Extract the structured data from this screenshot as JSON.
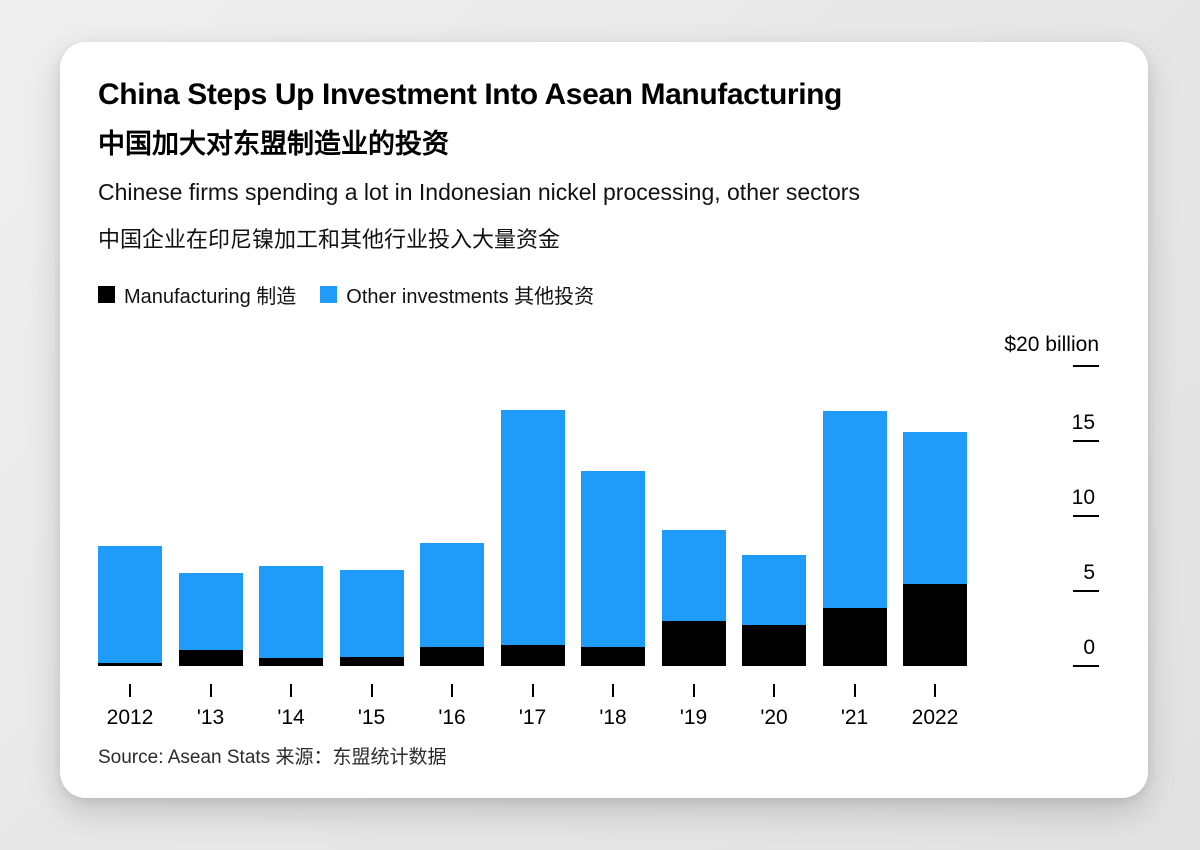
{
  "card": {
    "headline_en": "China Steps Up Investment Into Asean Manufacturing",
    "headline_zh": "中国加大对东盟制造业的投资",
    "subhead_en": "Chinese firms spending a lot in Indonesian nickel processing, other sectors",
    "subhead_zh": "中国企业在印尼镍加工和其他行业投入大量资金",
    "source": "Source: Asean Stats 来源：东盟统计数据"
  },
  "legend": {
    "items": [
      {
        "label": "Manufacturing 制造",
        "color": "#000000",
        "swatch": "square-black"
      },
      {
        "label": "Other investments 其他投资",
        "color": "#1f9bfa",
        "swatch": "square-blue"
      }
    ]
  },
  "colors": {
    "manufacturing": "#000000",
    "other_investments": "#1f9bfa",
    "card_background": "#ffffff",
    "page_background": "#e9e9e9",
    "text": "#000000"
  },
  "chart_data": {
    "type": "bar",
    "stacked": true,
    "title": "China Steps Up Investment Into Asean Manufacturing",
    "subtitle": "Chinese firms spending a lot in Indonesian nickel processing, other sectors",
    "xlabel": "",
    "ylabel": "",
    "unit_label": "$20 billion",
    "categories": [
      "2012",
      "'13",
      "'14",
      "'15",
      "'16",
      "'17",
      "'18",
      "'19",
      "'20",
      "'21",
      "2022"
    ],
    "series": [
      {
        "name": "Manufacturing 制造",
        "color": "#000000",
        "values": [
          0.2,
          1.1,
          0.55,
          0.6,
          1.3,
          1.4,
          1.25,
          3.0,
          2.75,
          3.9,
          5.5
        ]
      },
      {
        "name": "Other investments 其他投资",
        "color": "#1f9bfa",
        "values": [
          7.8,
          5.1,
          6.15,
          5.8,
          6.9,
          15.7,
          11.75,
          6.1,
          4.65,
          13.1,
          10.1
        ]
      }
    ],
    "totals": [
      8.0,
      6.2,
      6.7,
      6.4,
      8.2,
      17.1,
      13.0,
      9.1,
      7.4,
      17.0,
      15.6
    ],
    "ylim": [
      0,
      20
    ],
    "yticks": [
      0,
      5,
      10,
      15,
      20
    ],
    "ytick_labels": [
      "0",
      "5",
      "10",
      "15",
      "$20 billion"
    ],
    "grid": false,
    "legend_position": "top-left",
    "axis_side": "right"
  }
}
